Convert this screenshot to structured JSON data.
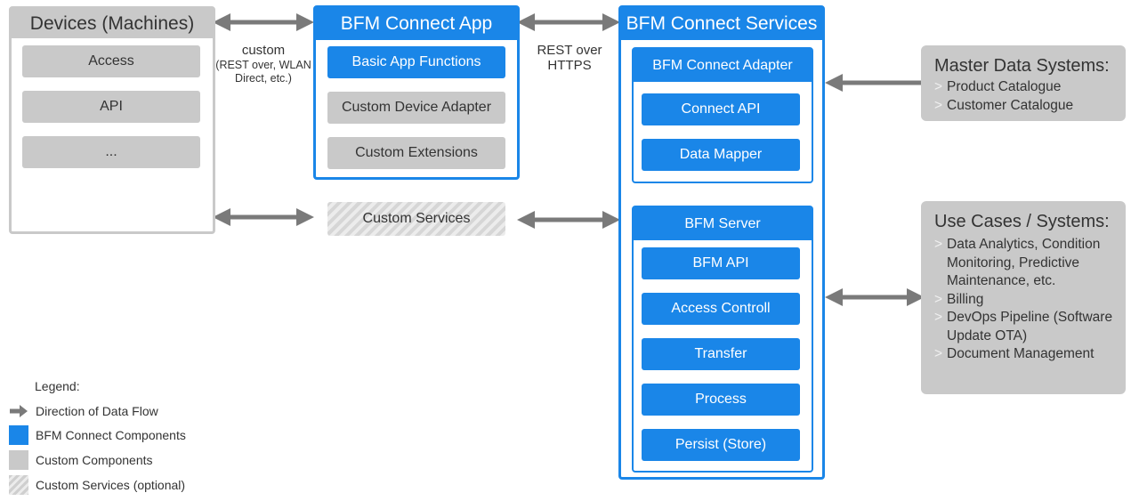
{
  "devices": {
    "title": "Devices (Machines)",
    "items": [
      "Access",
      "API",
      "..."
    ]
  },
  "connect_app": {
    "title": "BFM Connect App",
    "items": [
      "Basic App Functions",
      "Custom Device Adapter",
      "Custom Extensions"
    ]
  },
  "connect_services": {
    "title": "BFM Connect Services",
    "adapter": {
      "title": "BFM Connect Adapter",
      "items": [
        "Connect API",
        "Data Mapper"
      ]
    },
    "server": {
      "title": "BFM Server",
      "items": [
        "BFM API",
        "Access Controll",
        "Transfer",
        "Process",
        "Persist (Store)"
      ]
    }
  },
  "custom_services": "Custom Services",
  "link_labels": {
    "devices_app_main": "custom",
    "devices_app_sub": "(REST over, WLAN Direct, etc.)",
    "app_services": "REST over HTTPS"
  },
  "master_data": {
    "title": "Master Data Systems:",
    "items": [
      "Product Catalogue",
      "Customer Catalogue"
    ]
  },
  "use_cases": {
    "title": "Use Cases / Systems:",
    "items": [
      "Data Analytics, Condition Monitoring, Predictive Maintenance, etc.",
      "Billing",
      "DevOps Pipeline (Software Update OTA)",
      "Document Management"
    ]
  },
  "bullet": ">",
  "legend": {
    "title": "Legend:",
    "items": [
      "Direction of Data Flow",
      "BFM Connect Components",
      "Custom Components",
      "Custom Services (optional)"
    ]
  },
  "colors": {
    "blue": "#1a86e8",
    "grey": "#c9c9c9",
    "arrow": "#7a7a7a"
  }
}
